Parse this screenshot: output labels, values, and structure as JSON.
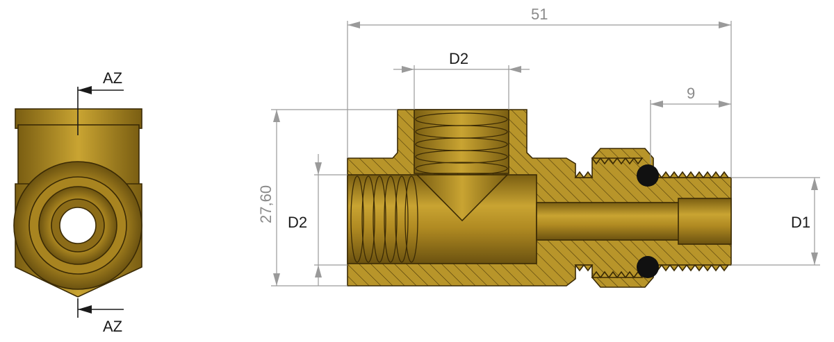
{
  "section_labels": {
    "top": "AZ",
    "bottom": "AZ"
  },
  "dimensions": {
    "overall_length": "51",
    "top_port": "D2",
    "left_port": "D2",
    "right_port": "D1",
    "height": "27,60",
    "nipple_length": "9"
  },
  "colors": {
    "brass_light": "#c9a432",
    "brass_mid": "#a88420",
    "brass_dark": "#6b5210",
    "oring": "#111111",
    "dimension_line": "#9a9a9a"
  }
}
